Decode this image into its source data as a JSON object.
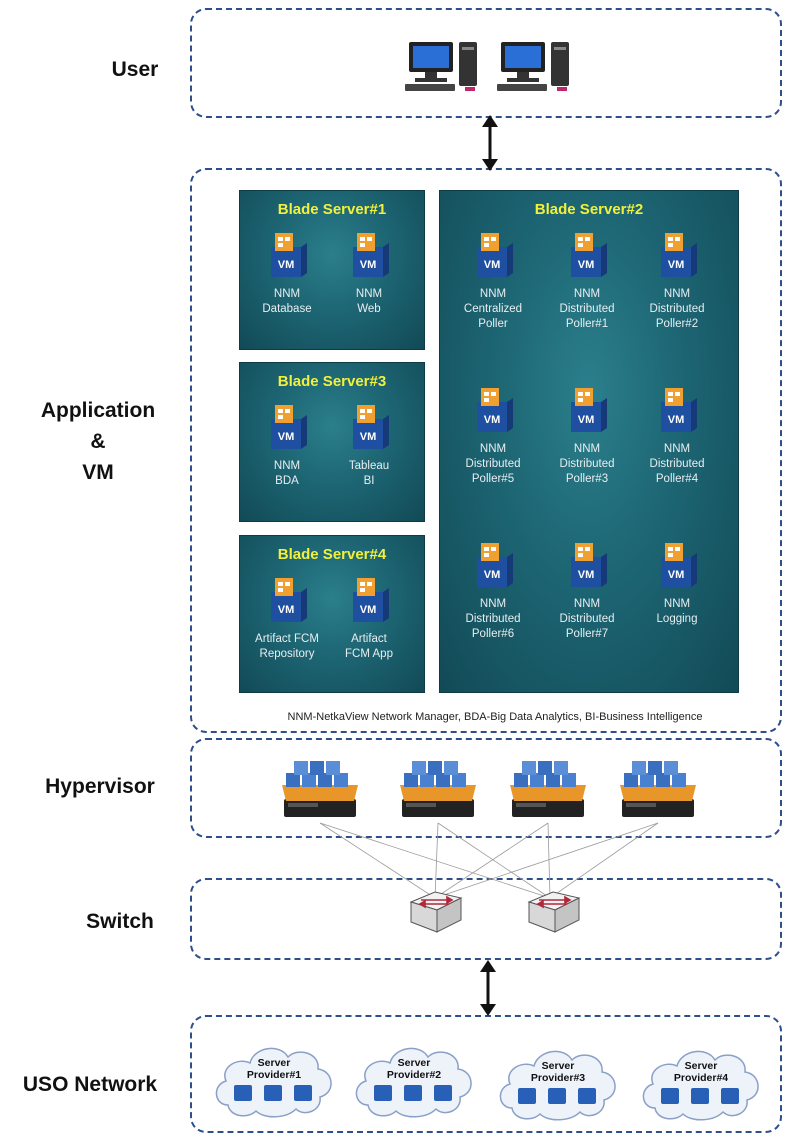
{
  "layers": {
    "user": "User",
    "application": "Application\n&\nVM",
    "hypervisor": "Hypervisor",
    "switch": "Switch",
    "network": "USO Network"
  },
  "blade_servers": [
    {
      "title": "Blade Server#1",
      "vms": [
        "NNM\nDatabase",
        "NNM\nWeb"
      ]
    },
    {
      "title": "Blade Server#3",
      "vms": [
        "NNM\nBDA",
        "Tableau\nBI"
      ]
    },
    {
      "title": "Blade Server#4",
      "vms": [
        "Artifact FCM\nRepository",
        "Artifact\nFCM App"
      ]
    },
    {
      "title": "Blade Server#2",
      "vms": [
        "NNM\nCentralized\nPoller",
        "NNM\nDistributed\nPoller#1",
        "NNM\nDistributed\nPoller#2",
        "NNM\nDistributed\nPoller#5",
        "NNM\nDistributed\nPoller#3",
        "NNM\nDistributed\nPoller#4",
        "NNM\nDistributed\nPoller#6",
        "NNM\nDistributed\nPoller#7",
        "NNM\nLogging"
      ]
    }
  ],
  "vm_icon_text": "VM",
  "abbreviation_note": "NNM-NetkaView Network Manager, BDA-Big Data Analytics, BI-Business Intelligence",
  "server_providers": [
    "Server\nProvider#1",
    "Server\nProvider#2",
    "Server\nProvider#3",
    "Server\nProvider#4"
  ],
  "colors": {
    "dashed_border": "#2f4f8a",
    "blade_bg": "#1d6573",
    "blade_title": "#f2f03a",
    "vm_box": "#1f4fa0",
    "vm_lid": "#f0a030"
  }
}
